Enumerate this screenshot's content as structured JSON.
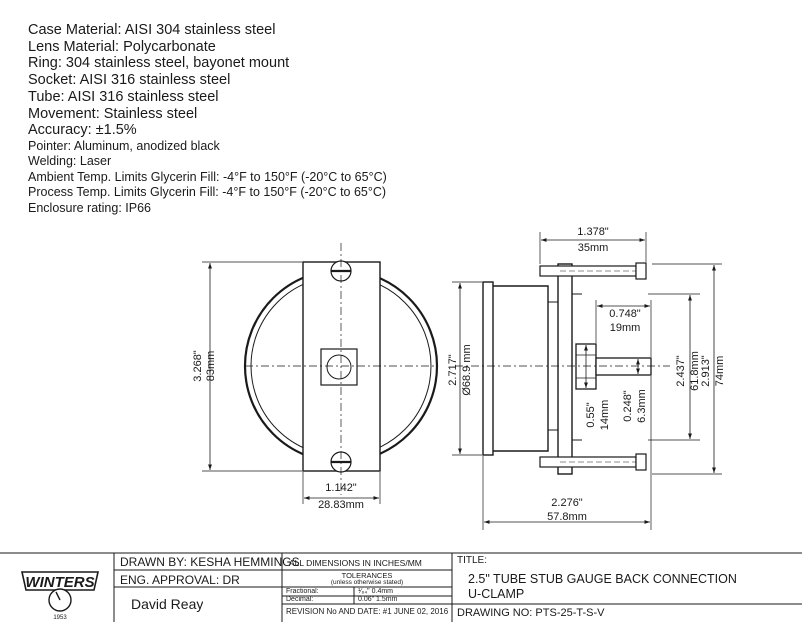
{
  "specs": {
    "case_material": "Case Material: AISI 304 stainless steel",
    "lens_material": "Lens Material: Polycarbonate",
    "ring": "Ring: 304 stainless steel, bayonet mount",
    "socket": "Socket: AISI 316 stainless steel",
    "tube": "Tube: AISI 316 stainless steel",
    "movement": "Movement: Stainless steel",
    "accuracy": "Accuracy: ±1.5%",
    "pointer": "Pointer: Aluminum, anodized black",
    "welding": "Welding: Laser",
    "ambient_temp": "Ambient Temp. Limits Glycerin Fill: -4°F to 150°F (-20°C to 65°C)",
    "process_temp": "Process Temp. Limits Glycerin Fill: -4°F to 150°F (-20°C to 65°C)",
    "enclosure": "Enclosure rating: IP66"
  },
  "dimensions": {
    "front_height_in": "3.268\"",
    "front_height_mm": "83mm",
    "front_width_in": "1.142\"",
    "front_width_mm": "28.83mm",
    "case_dia_in": "2.717\"",
    "case_dia_mm": "Ø68.9 mm",
    "bolt_len_in": "1.378\"",
    "bolt_len_mm": "35mm",
    "stub_len_in": "0.748\"",
    "stub_len_mm": "19mm",
    "hex_in": "0.55\"",
    "hex_mm": "14mm",
    "tube_in": "0.248\"",
    "tube_mm": "6.3mm",
    "clamp_inner_in": "2.437\"",
    "clamp_inner_mm": "61.8mm",
    "clamp_outer_in": "2.913\"",
    "clamp_outer_mm": "74mm",
    "depth_in": "2.276\"",
    "depth_mm": "57.8mm"
  },
  "title_block": {
    "logo_text": "WINTERS",
    "logo_year": "1953",
    "drawn_by": "DRAWN BY: KESHA HEMMINGS",
    "eng_approval": "ENG. APPROVAL: DR",
    "signature": "David Reay",
    "all_dimensions": "ALL DIMENSIONS IN INCHES/MM",
    "tolerances": "TOLERANCES",
    "tolerances_sub": "(unless otherwise stated)",
    "fractional_label": "Fractional:",
    "fractional_value": "¹⁄₆₄\" 0.4mm",
    "decimal_label": "Decimal:",
    "decimal_value": "0.06\" 1.5mm",
    "revision": "REVISION No AND DATE: #1 JUNE 02, 2016",
    "title_label": "TITLE:",
    "title_line1": "2.5\" TUBE STUB GAUGE BACK CONNECTION",
    "title_line2": "U-CLAMP",
    "drawing_no": "DRAWING NO:  PTS-25-T-S-V"
  }
}
